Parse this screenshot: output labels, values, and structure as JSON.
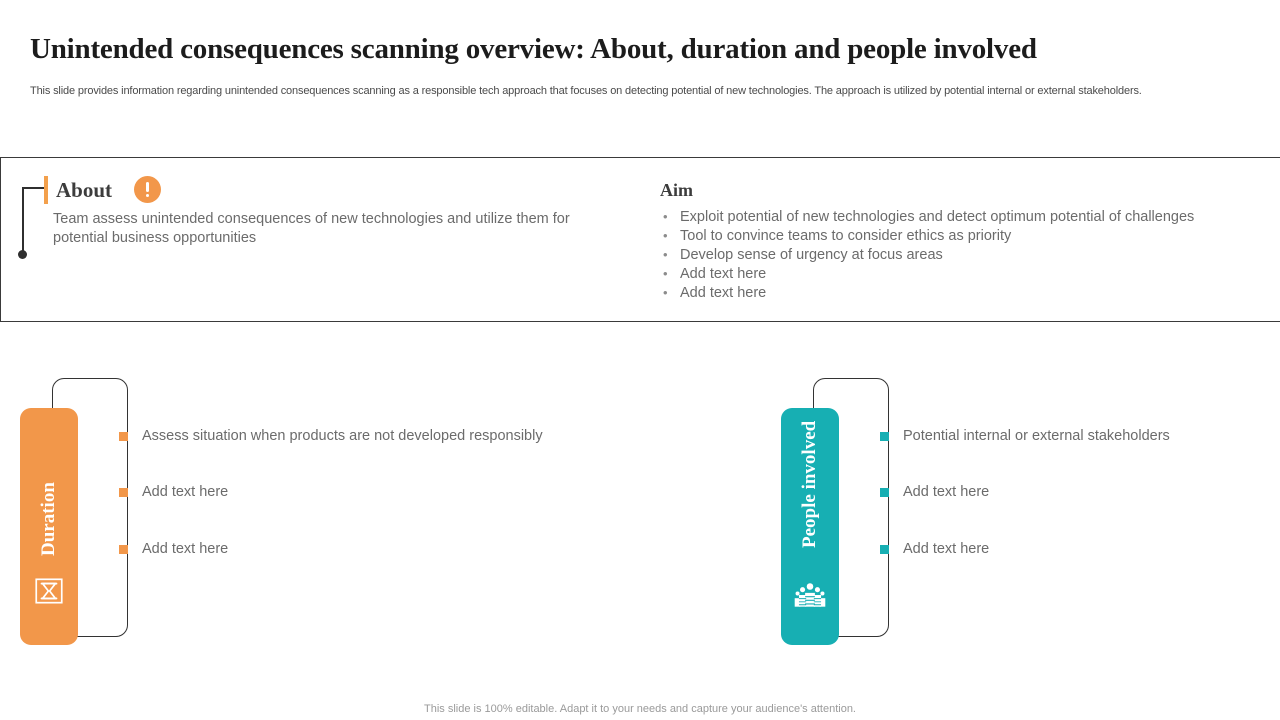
{
  "slide": {
    "title": "Unintended consequences scanning overview: About, duration and people involved",
    "subtitle": "This slide provides information regarding unintended consequences scanning as a responsible tech approach that focuses on detecting potential of new technologies. The approach is utilized by potential internal or external stakeholders.",
    "footer": "This slide is 100% editable. Adapt it to your needs and capture your audience's attention."
  },
  "colors": {
    "orange": "#F2974A",
    "orange_light": "#F5A254",
    "teal": "#17AFB3",
    "text_gray": "#6b6b6b",
    "heading_dark": "#3c3c3c",
    "line_dark": "#333333"
  },
  "about": {
    "heading": "About",
    "icon": "exclamation-circle-icon",
    "body": "Team assess unintended consequences of new technologies and utilize them for potential business opportunities"
  },
  "aim": {
    "heading": "Aim",
    "bullets": [
      "Exploit potential of new technologies and detect optimum potential of challenges",
      "Tool to convince teams to consider ethics as priority",
      "Develop sense of urgency at focus areas",
      "Add text here",
      "Add text here"
    ]
  },
  "duration": {
    "label": "Duration",
    "icon": "hourglass-icon",
    "items": [
      "Assess situation when products are not developed responsibly",
      "Add text here",
      "Add text here"
    ]
  },
  "people": {
    "label": "People involved",
    "icon": "group-people-icon",
    "items": [
      "Potential internal or external stakeholders",
      "Add text here",
      "Add text here"
    ]
  }
}
